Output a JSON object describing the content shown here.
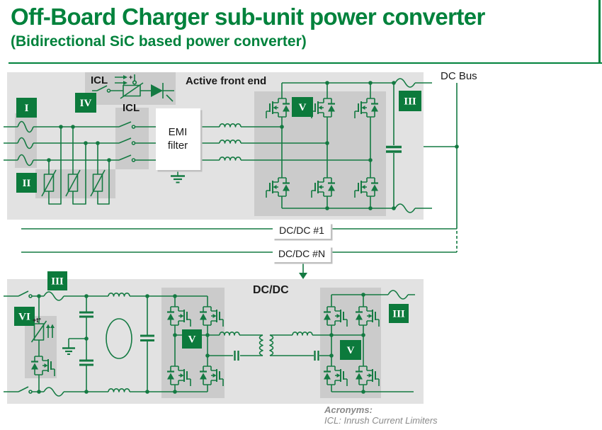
{
  "header": {
    "title": "Off-Board Charger sub-unit power converter",
    "subtitle": "(Bidirectional SiC based power converter)"
  },
  "afe": {
    "label": "Active front end",
    "icl_top": "ICL",
    "icl_mid": "ICL",
    "emi1": "EMI",
    "emi2": "filter",
    "thermal_plus": "+"
  },
  "bus": {
    "label": "DC Bus"
  },
  "links": {
    "l1": "DC/DC #1",
    "l2": "DC/DC #N"
  },
  "dcdc": {
    "label": "DC/DC",
    "thermal": "+t°"
  },
  "badges": {
    "i": "I",
    "ii": "II",
    "iii": "III",
    "iv": "IV",
    "v": "V",
    "vi": "VI"
  },
  "footer": {
    "heading": "Acronyms:",
    "line": "ICL: Inrush Current Limiters"
  },
  "colors": {
    "brand": "#00823C",
    "wire": "#147A42",
    "badge": "#0C7A3C",
    "panel": "#E2E2E2",
    "subpanel": "#CBCBCB",
    "bridgebox": "#C7C7C7",
    "shadow": "#C0C0C0",
    "footer_gray": "#8A8A8A"
  }
}
